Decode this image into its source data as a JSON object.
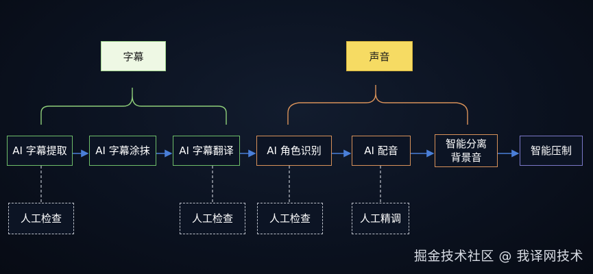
{
  "groups": {
    "subtitle": "字幕",
    "audio": "声音"
  },
  "steps": [
    "AI 字幕提取",
    "AI 字幕涂抹",
    "AI 字幕翻译",
    "AI 角色识别",
    "AI 配音",
    "智能分离\n背景音",
    "智能压制"
  ],
  "checks": [
    "人工检查",
    "人工检查",
    "人工检查",
    "人工精调"
  ],
  "colors": {
    "subtitle_stage": "#6fbf6a",
    "audio_stage": "#d9925a",
    "final_stage": "#7c79c9",
    "arrow": "#4a7fd8",
    "subtitle_label_bg": "#eef8e4",
    "audio_label_bg": "#f6db63"
  },
  "watermark": "掘金技术社区 @ 我译网技术"
}
